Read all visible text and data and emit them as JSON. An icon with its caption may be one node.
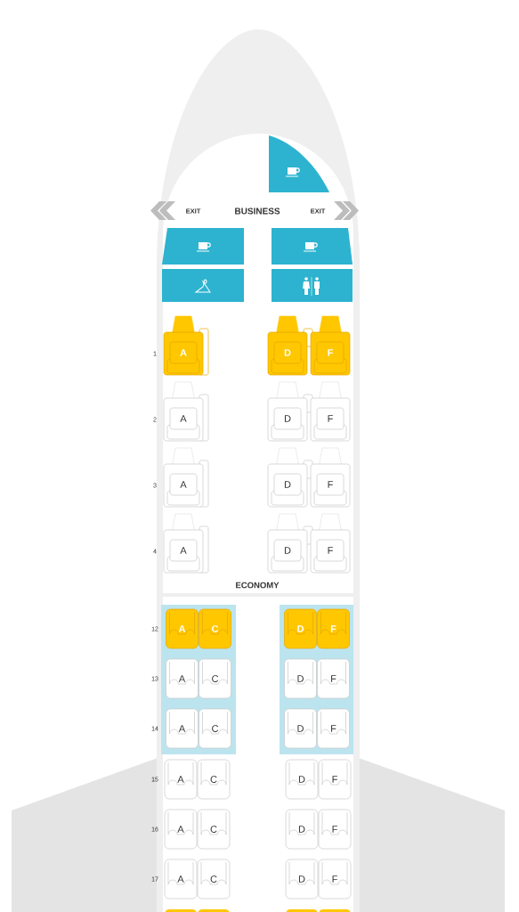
{
  "diagram": {
    "nodes": [
      {
        "text": [
          "A"
        ]
      },
      {
        "text": [
          "D"
        ]
      },
      {
        "text": [
          "F"
        ]
      },
      {
        "text": [
          "A"
        ]
      },
      {
        "text": [
          "D"
        ]
      },
      {
        "text": [
          "F"
        ]
      },
      {
        "text": [
          "A"
        ]
      },
      {
        "text": [
          "D"
        ]
      },
      {
        "text": [
          "F"
        ]
      },
      {
        "text": [
          "A"
        ]
      },
      {
        "text": [
          "D"
        ]
      },
      {
        "text": [
          "F"
        ]
      },
      {
        "text": [],
        "shape": "box"
      },
      {
        "text": [
          "A"
        ],
        "in": 12
      },
      {
        "text": [
          "C"
        ],
        "in": 12
      },
      {
        "text": [],
        "shape": "box"
      },
      {
        "text": [
          "D"
        ],
        "in": 15
      },
      {
        "text": [
          "F"
        ],
        "in": 15
      },
      {
        "text": [
          "A"
        ],
        "in": 12
      },
      {
        "text": [
          "C"
        ],
        "in": 12
      },
      {
        "text": [
          "D"
        ],
        "in": 15
      },
      {
        "text": [
          "F"
        ],
        "in": 15
      },
      {
        "text": [
          "A"
        ],
        "in": 12
      },
      {
        "text": [
          "C"
        ],
        "in": 12
      },
      {
        "text": [
          "D"
        ],
        "in": 15
      },
      {
        "text": [
          "F"
        ],
        "in": 15
      },
      {
        "text": [
          "A"
        ]
      },
      {
        "text": [
          "C"
        ]
      },
      {
        "text": [
          "D"
        ]
      },
      {
        "text": [
          "F"
        ]
      },
      {
        "text": [
          "A"
        ]
      },
      {
        "text": [
          "C"
        ]
      },
      {
        "text": [
          "D"
        ]
      },
      {
        "text": [
          "F"
        ]
      },
      {
        "text": [
          "A"
        ]
      },
      {
        "text": [
          "C"
        ]
      },
      {
        "text": [
          "D"
        ]
      },
      {
        "text": [
          "F"
        ]
      }
    ],
    "edges": [],
    "labels": [
      "EXIT",
      "BUSINESS",
      "EXIT",
      "1",
      "2",
      "3",
      "4",
      "ECONOMY",
      "12",
      "13",
      "14",
      "15",
      "16",
      "17"
    ]
  }
}
